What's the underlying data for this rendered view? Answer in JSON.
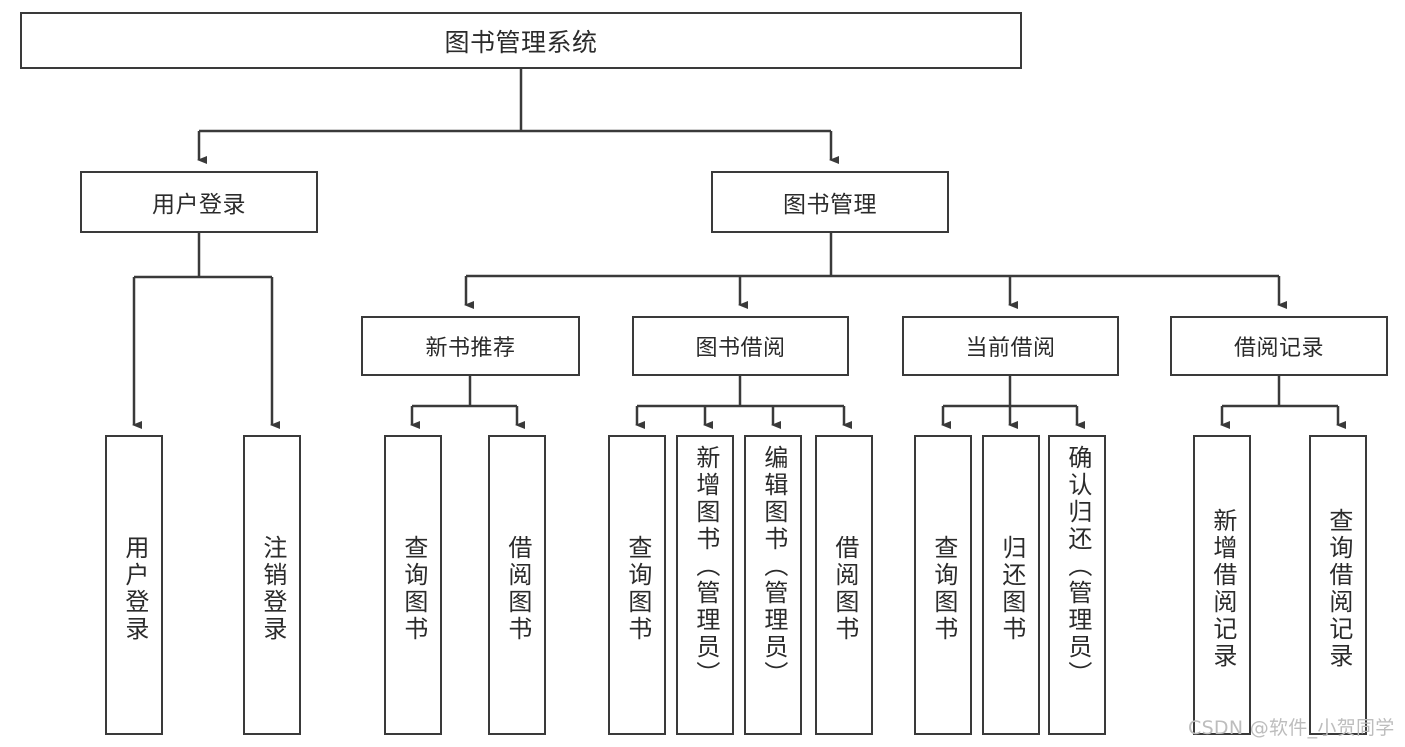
{
  "diagram": {
    "title": "图书管理系统",
    "watermark": "CSDN @软件_小贺同学",
    "colors": {
      "box_border": "#3a3a3a",
      "box_fill": "#ffffff",
      "connector": "#3a3a3a",
      "text": "#2b2b2b",
      "watermark": "#bdbdbd",
      "background": "#ffffff"
    },
    "root": {
      "label": "图书管理系统"
    },
    "level2": [
      {
        "label": "用户登录"
      },
      {
        "label": "图书管理"
      }
    ],
    "level3": [
      {
        "label": "新书推荐"
      },
      {
        "label": "图书借阅"
      },
      {
        "label": "当前借阅"
      },
      {
        "label": "借阅记录"
      }
    ],
    "leaves": {
      "user_login": [
        {
          "label": "用户登录"
        },
        {
          "label": "注销登录"
        }
      ],
      "new_book_recommend": [
        {
          "label": "查询图书"
        },
        {
          "label": "借阅图书"
        }
      ],
      "book_borrow": [
        {
          "label": "查询图书"
        },
        {
          "label": "新增图书（管理员）"
        },
        {
          "label": "编辑图书（管理员）"
        },
        {
          "label": "借阅图书"
        }
      ],
      "current_borrow": [
        {
          "label": "查询图书"
        },
        {
          "label": "归还图书"
        },
        {
          "label": "确认归还（管理员）"
        }
      ],
      "borrow_record": [
        {
          "label": "新增借阅记录"
        },
        {
          "label": "查询借阅记录"
        }
      ]
    }
  }
}
